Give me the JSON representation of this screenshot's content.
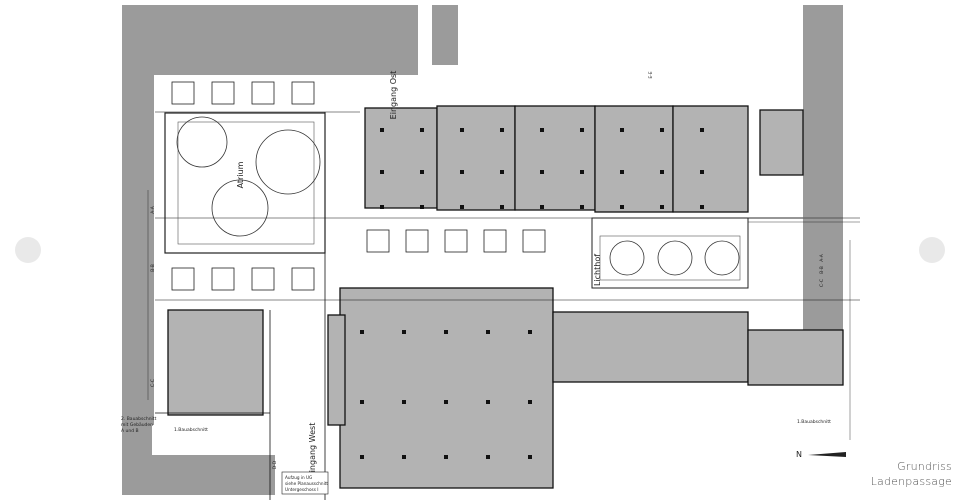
{
  "plan": {
    "colors": {
      "wall_fill": "#9b9b9b",
      "shop_fill": "#b3b3b3",
      "line": "#111111",
      "background": "#ffffff"
    },
    "labels": {
      "atrium": "Atrium",
      "eingang_ost": "Eingang Ost",
      "eingang_west": "Eingang West",
      "lichthof": "Lichthof",
      "bauabschnitt_1_left": "1.Bauabschnitt",
      "bauabschnitt_1_right": "1.Bauabschnitt",
      "bauabschnitt_2": "2. Bauabschnitt",
      "bauabschnitt_2_l2": "mit Gebäuden",
      "bauabschnitt_2_l3": "A und B",
      "section_aa_left": "A-A",
      "section_bb_left": "B-B",
      "section_cc_left": "C-C",
      "section_dd": "D-D",
      "section_ee": "E-E",
      "section_aa_right": "A-A",
      "section_bb_right": "B-B",
      "section_cc_right": "C-C",
      "aufzug_l1": "Aufzug in UG",
      "aufzug_l2": "siehe Planausschnitt",
      "aufzug_l3": "Untergeschoss I",
      "north": "N"
    },
    "caption": {
      "line1": "Grundriss",
      "line2": "Ladenpassage"
    }
  }
}
